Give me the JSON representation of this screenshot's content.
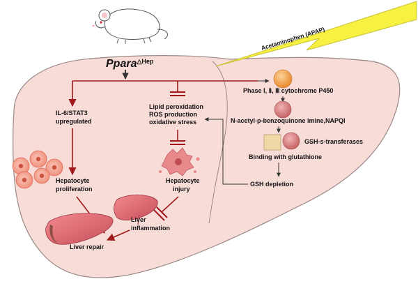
{
  "title": {
    "gene": "Ppara",
    "superscript": "△Hep"
  },
  "drug": "Acetaminophen (APAP)",
  "left_branch": {
    "il6": [
      "IL-6/STAT3",
      "upregulated"
    ],
    "proliferation": [
      "Hepatocyte",
      "proliferation"
    ],
    "repair": "Liver repair"
  },
  "middle_branch": {
    "stress": [
      "Lipid peroxidation",
      "ROS production",
      "oxidative stress"
    ],
    "injury": [
      "Hepatocyte",
      "injury"
    ],
    "inflammation": [
      "Liver",
      "inflammation"
    ]
  },
  "right_branch": {
    "cyp": "Phase Ⅰ, Ⅱ, Ⅲ cytochrome P450",
    "napqi": "N-acetyl-p-benzoquinone imine,NAPQI",
    "gst": "GSH-s-transferases",
    "binding": "Binding with glutathione",
    "depletion": "GSH depletion"
  },
  "colors": {
    "liver_fill": "#f8dcd8",
    "liver_stroke": "#9a8886",
    "inhibit_arrow": "#a0181a",
    "pathway_arrow": "#333333",
    "lightning": "#f7f241",
    "cyp_ball": "#f5a24c",
    "napqi_ball": "#d98284",
    "gst_square": "#efd9a4",
    "cell": "#f08c78",
    "organ": "#e8707a"
  }
}
